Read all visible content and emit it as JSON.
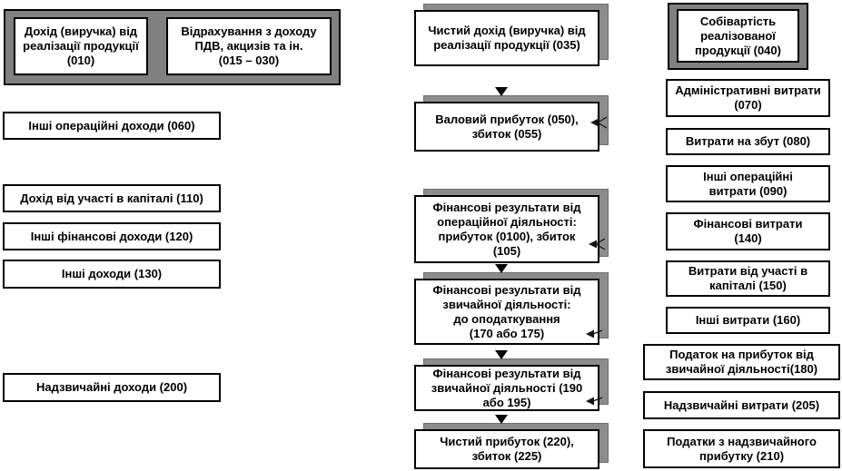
{
  "diagram_title": "",
  "colors": {
    "panel_gray": "#808080",
    "shadow_gray": "#8c8c8c",
    "box_background": "#ffffff",
    "border_black": "#000000"
  },
  "revenue_group": [
    "Дохід (виручка) від\nреалізації продукції\n(010)",
    "Відрахування з доходу\nПДВ, акцизів та ін.\n(015 – 030)"
  ],
  "cost_box": "Собівартість\nреалізованої\nпродукції (040)",
  "flow": [
    "Чистий дохід (виручка) від\nреалізації продукції (035)",
    "Валовий прибуток (050),\nзбиток (055)",
    "Фінансові результати від\nопераційної діяльності:\nприбуток (0100), збиток\n(105)",
    "Фінансові результати від\nзвичайної діяльності:\nдо оподаткування\n(170 або 175)",
    "Фінансові результати від\nзвичайної діяльності (190\nабо 195)",
    "Чистий прибуток (220),\nзбиток (225)"
  ],
  "incomes": [
    "Інші операційні доходи (060)",
    "Дохід від участі в капіталі (110)",
    "Інші фінансові доходи (120)",
    "Інші доходи (130)",
    "Надзвичайні доходи (200)"
  ],
  "expenses": [
    "Адміністративні витрати\n(070)",
    "Витрати на збут (080)",
    "Інші операційні\nвитрати (090)",
    "Фінансові витрати\n(140)",
    "Витрати від участі в\nкапіталі (150)",
    "Інші витрати (160)",
    "Податок на прибуток від\nзвичайної діяльності(180)",
    "Надзвичайні витрати (205)",
    "Податки з надзвичайного\nприбутку (210)"
  ]
}
